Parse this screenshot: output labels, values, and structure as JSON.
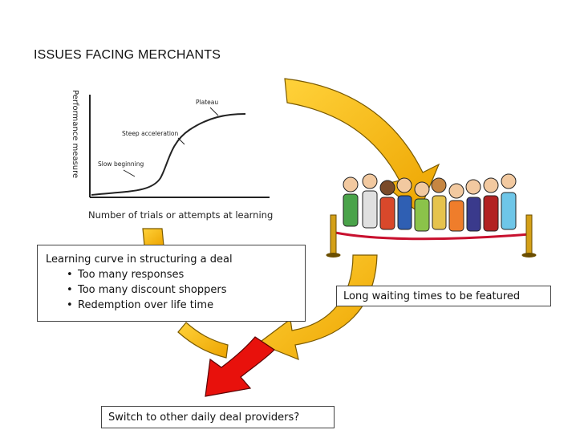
{
  "slide": {
    "title": "ISSUES FACING MERCHANTS"
  },
  "learning_curve_figure": {
    "y_axis_label": "Performance measure",
    "x_axis_label": "Number of trials or attempts at learning",
    "annotations": {
      "plateau": "Plateau",
      "steep": "Steep acceleration",
      "slow": "Slow beginning"
    }
  },
  "learning_box": {
    "heading": "Learning curve in structuring a deal",
    "bullets": [
      "Too many responses",
      "Too many discount shoppers",
      "Redemption over life time"
    ]
  },
  "waiting_box": {
    "label": "Long waiting times to be featured"
  },
  "switch_box": {
    "label": "Switch to other daily deal providers?"
  },
  "colors": {
    "cycle_arrow": "#f5b800",
    "cycle_arrow_outline": "#7a5a00",
    "switch_arrow": "#e8110c",
    "switch_arrow_outline": "#5a0000"
  },
  "illustration": {
    "icon": "people-waiting-in-line-icon"
  }
}
